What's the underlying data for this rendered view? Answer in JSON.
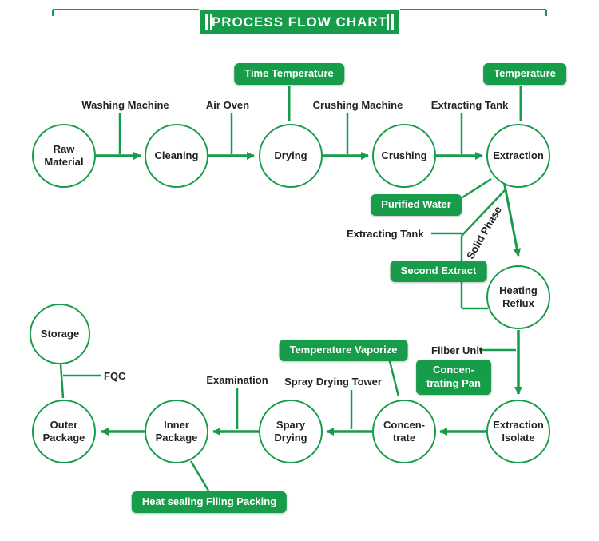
{
  "title": "PROCESS FLOW CHART",
  "colors": {
    "green": "#179c4a",
    "text": "#222222",
    "badge_text": "#ffffff"
  },
  "nodes": {
    "raw_material": "Raw\nMaterial",
    "cleaning": "Cleaning",
    "drying": "Drying",
    "crushing": "Crushing",
    "extraction": "Extraction",
    "heating_reflux": "Heating\nReflux",
    "extraction_isolate": "Extraction\nIsolate",
    "concentrate": "Concen-\ntrate",
    "spary_drying": "Spary\nDrying",
    "inner_package": "Inner\nPackage",
    "outer_package": "Outer\nPackage",
    "storage": "Storage"
  },
  "labels": {
    "washing_machine": "Washing Machine",
    "air_oven": "Air Oven",
    "crushing_machine": "Crushing Machine",
    "extracting_tank_top": "Extracting Tank",
    "extracting_tank_mid": "Extracting Tank",
    "solid_phase": "Solid Phase",
    "filber_unit": "Filber Unit",
    "spray_drying_tower": "Spray Drying Tower",
    "examination": "Examination",
    "fqc": "FQC"
  },
  "badges": {
    "time_temperature": "Time Temperature",
    "temperature": "Temperature",
    "purified_water": "Purified Water",
    "second_extract": "Second Extract",
    "temperature_vaporize": "Temperature Vaporize",
    "concentrating_pan": "Concen-\ntrating Pan",
    "heat_sealing": "Heat sealing Filing Packing"
  }
}
